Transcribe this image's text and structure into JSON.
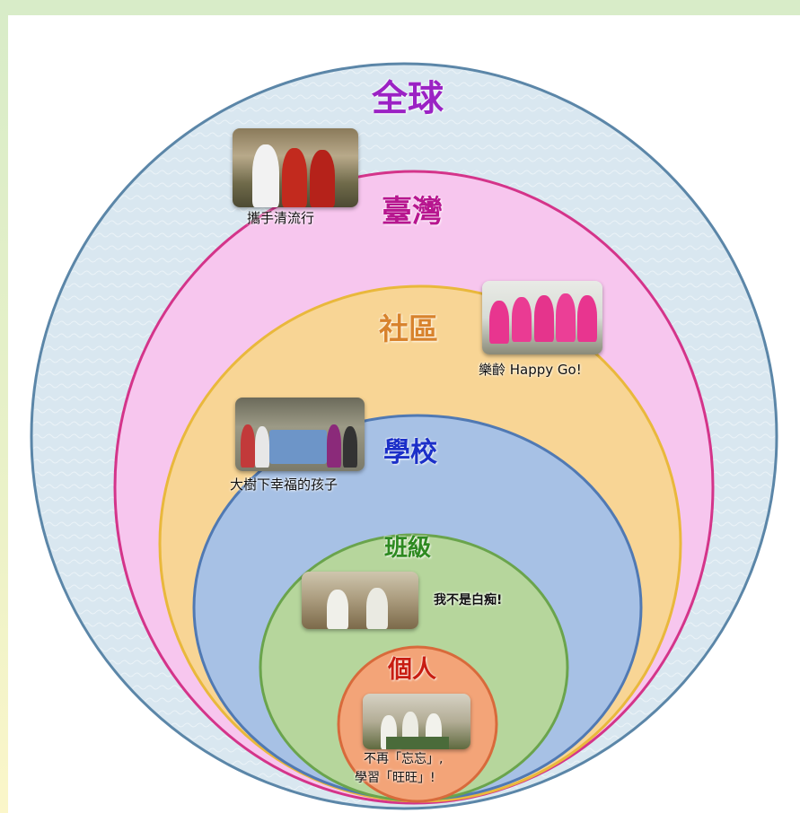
{
  "levels": {
    "global": {
      "title": "全球",
      "color": "#9b22c4",
      "fill": "#d9e7f0",
      "stroke": "#5b86a8"
    },
    "taiwan": {
      "title": "臺灣",
      "color": "#b7168f",
      "fill": "#f7c6ee",
      "stroke": "#d4348a"
    },
    "community": {
      "title": "社區",
      "color": "#d8822c",
      "fill": "#f8d595",
      "stroke": "#e9b83c"
    },
    "school": {
      "title": "學校",
      "color": "#1b2fc8",
      "fill": "#a7c1e5",
      "stroke": "#5079b3"
    },
    "class": {
      "title": "班級",
      "color": "#2e8a21",
      "fill": "#b6d69c",
      "stroke": "#6aa44c"
    },
    "individual": {
      "title": "個人",
      "color": "#c81d12",
      "fill": "#f3a478",
      "stroke": "#d86a3b"
    }
  },
  "photos": {
    "taiwan": {
      "caption": "攜手清流行"
    },
    "community": {
      "caption": "樂齡 Happy Go!"
    },
    "school": {
      "caption": "大樹下幸福的孩子"
    },
    "class": {
      "caption": "我不是白痴!"
    },
    "individual": {
      "caption_line1": "不再「忘忘」,",
      "caption_line2": "學習「旺旺」!"
    }
  }
}
